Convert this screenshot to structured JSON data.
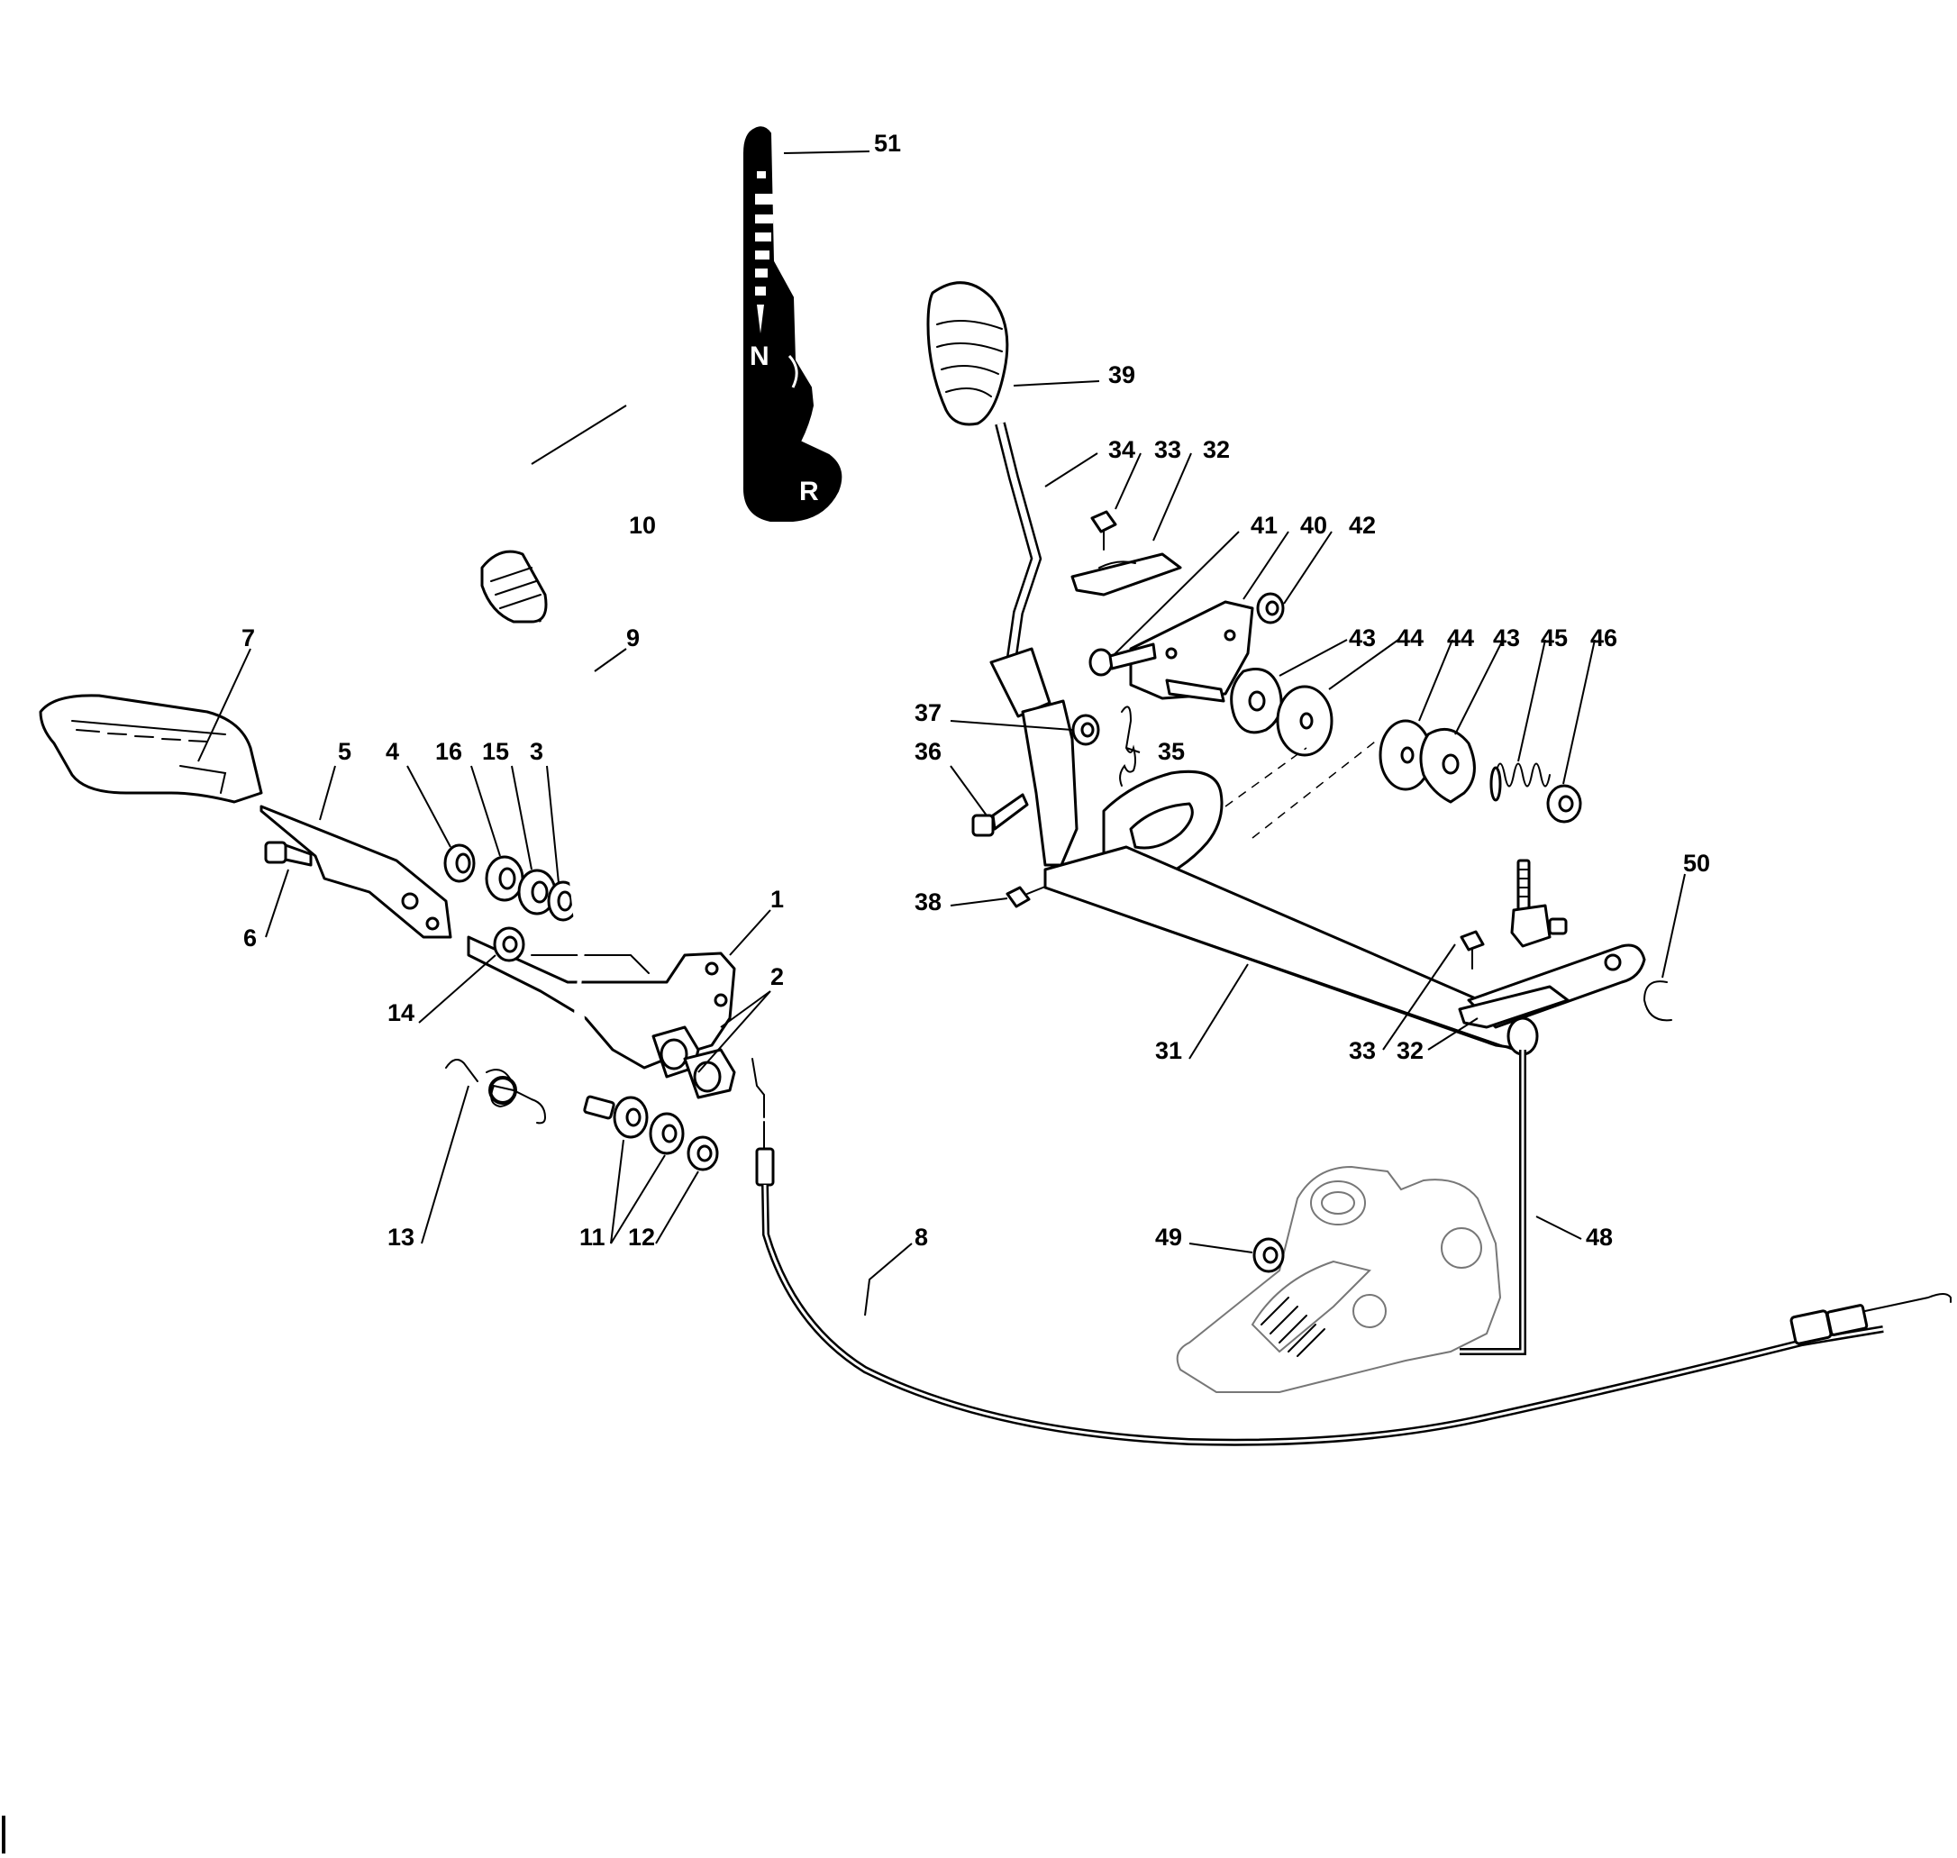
{
  "decal": {
    "neutral_mark": "N",
    "reverse_mark": "R"
  },
  "callouts": {
    "c1": "1",
    "c2": "2",
    "c3": "3",
    "c4": "4",
    "c5": "5",
    "c6": "6",
    "c7": "7",
    "c8": "8",
    "c9": "9",
    "c10": "10",
    "c11": "11",
    "c12": "12",
    "c13": "13",
    "c14": "14",
    "c15": "15",
    "c16": "16",
    "c31": "31",
    "c32a": "32",
    "c32b": "32",
    "c33a": "33",
    "c33b": "33",
    "c34": "34",
    "c35": "35",
    "c36": "36",
    "c37": "37",
    "c38": "38",
    "c39": "39",
    "c40": "40",
    "c41": "41",
    "c42": "42",
    "c43a": "43",
    "c43b": "43",
    "c44a": "44",
    "c44b": "44",
    "c45": "45",
    "c46": "46",
    "c48": "48",
    "c49": "49",
    "c50": "50",
    "c51": "51"
  }
}
